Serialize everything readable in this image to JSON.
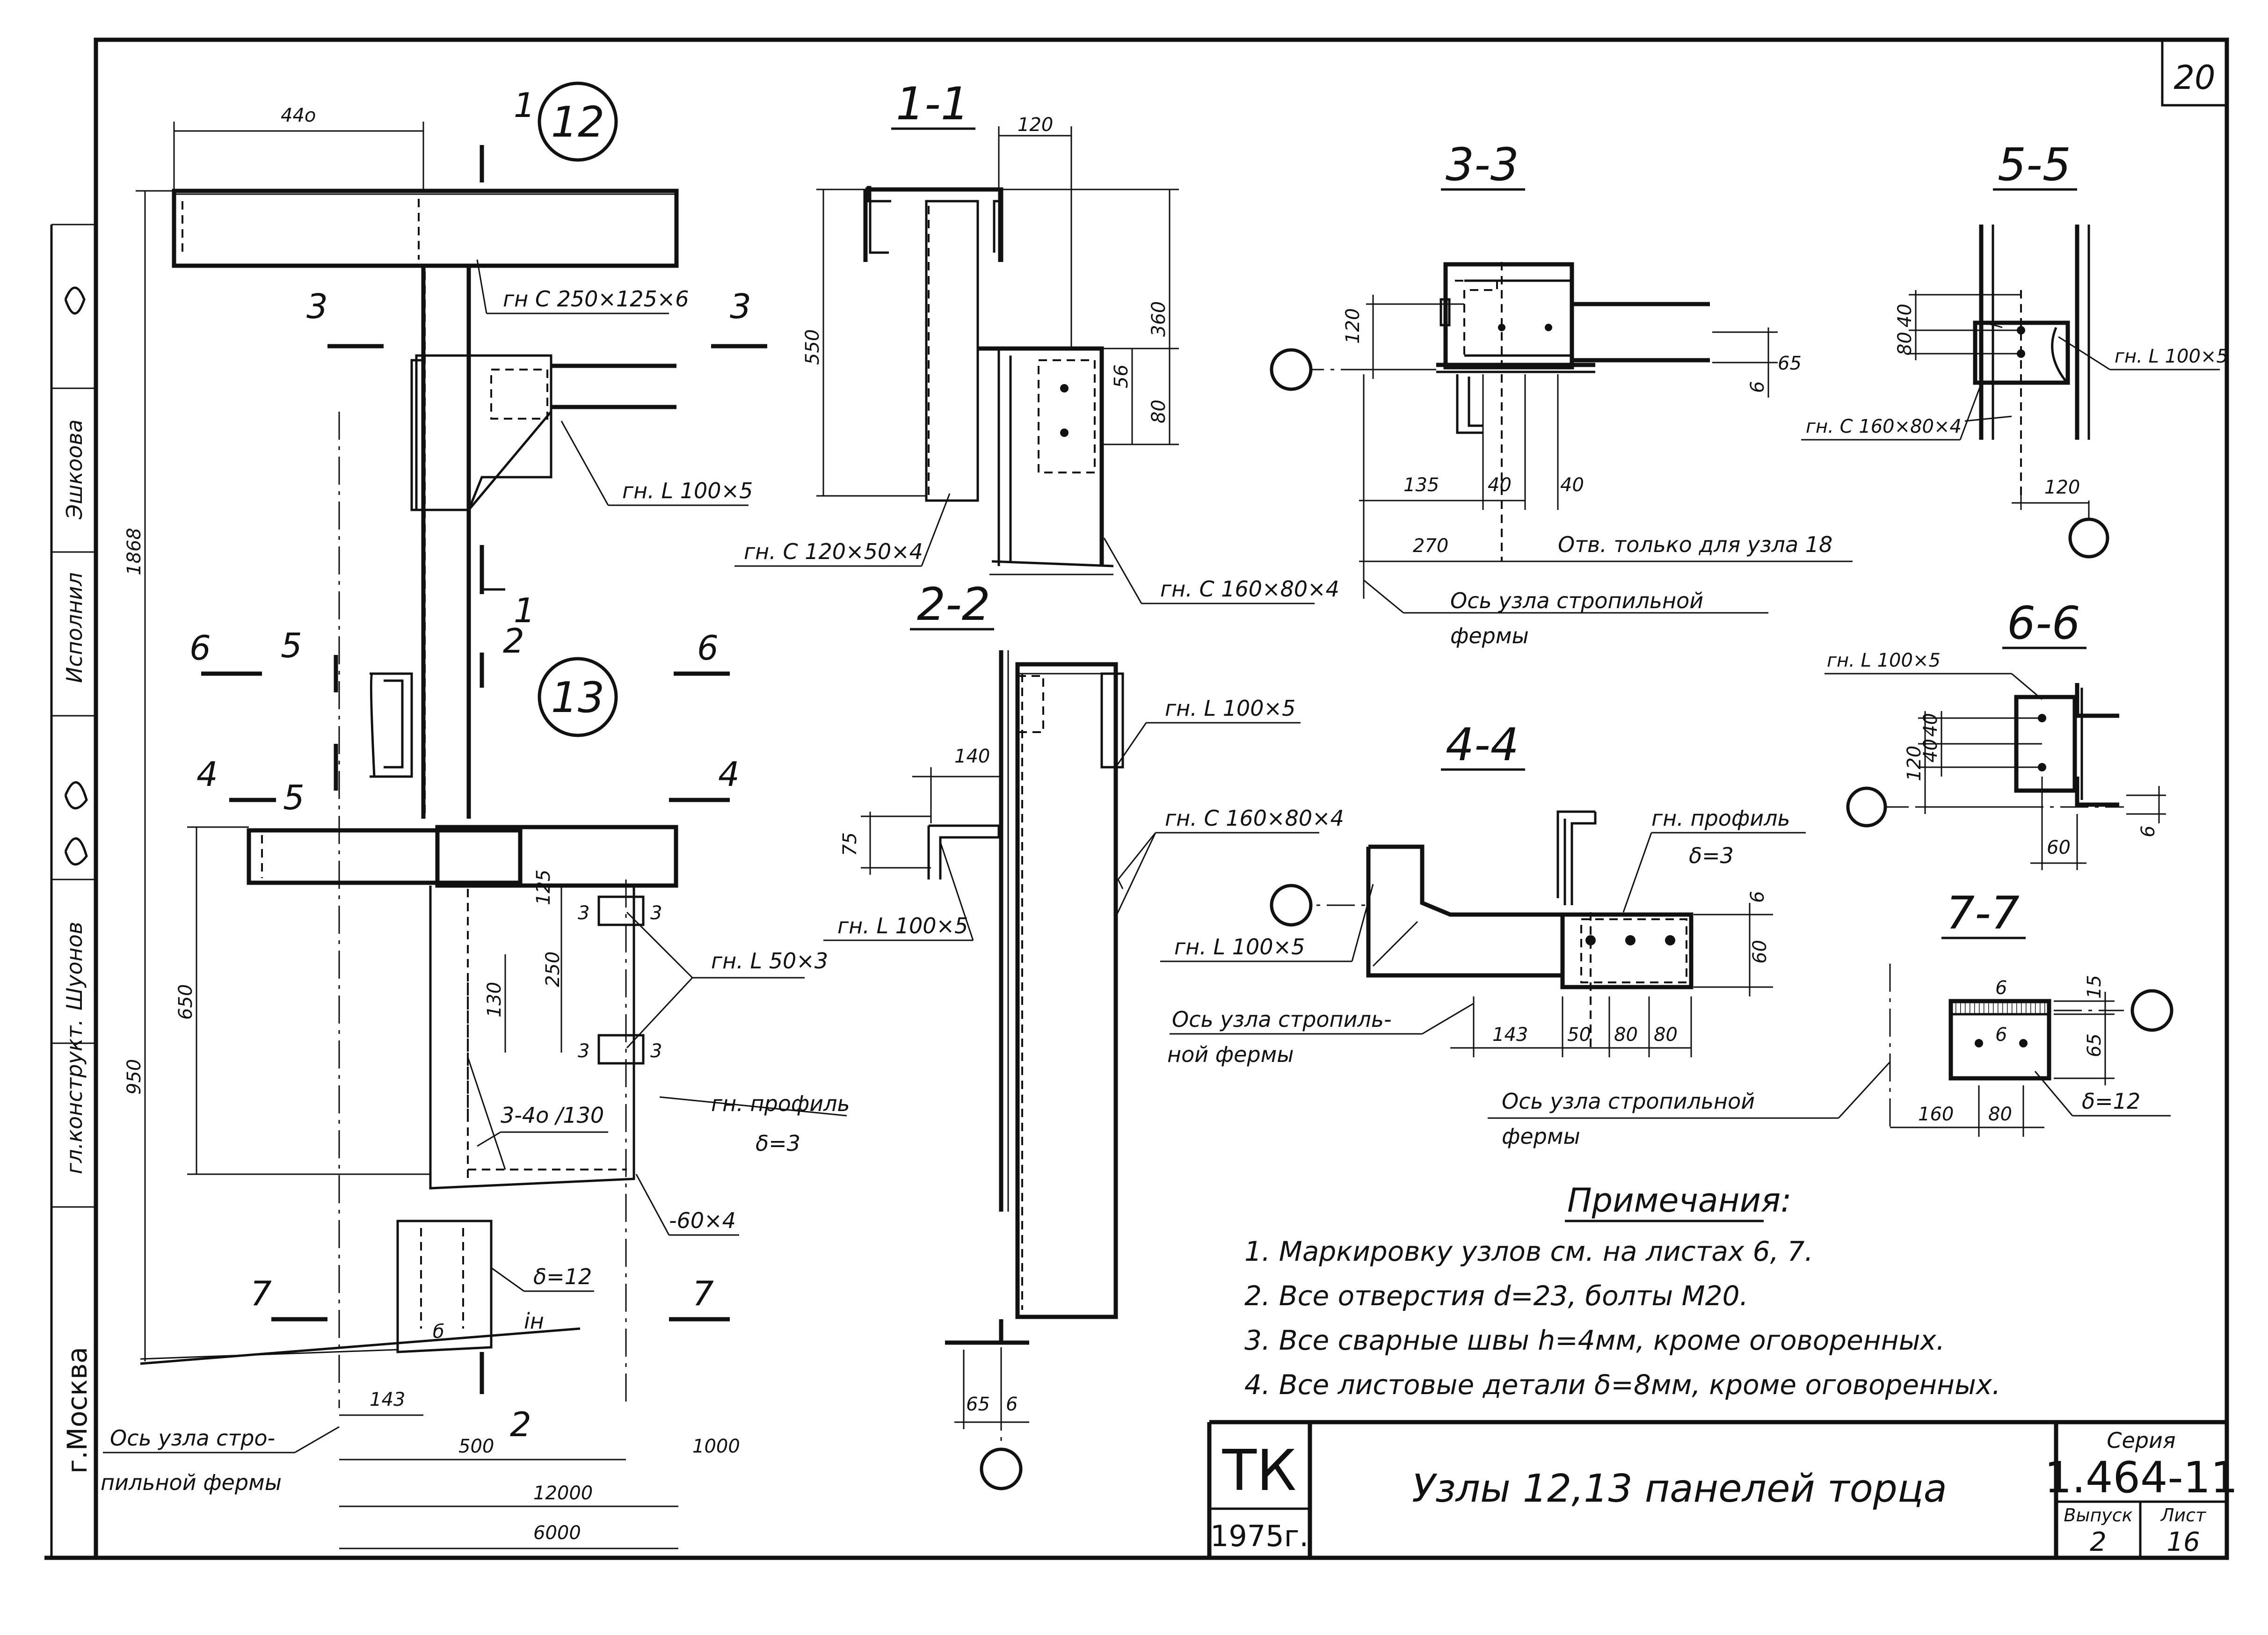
{
  "sheet_number_top": "20",
  "side_stamp": {
    "city": "г.Москва",
    "rows": [
      "гл.конструкт.",
      "Шуонов",
      "Исполнил",
      "Эшкоова"
    ]
  },
  "node_markers": {
    "n12": "12",
    "n13": "13"
  },
  "section_titles": {
    "s11": "1-1",
    "s22": "2-2",
    "s33": "3-3",
    "s44": "4-4",
    "s55": "5-5",
    "s66": "6-6",
    "s77": "7-7"
  },
  "cut_labels": {
    "c1": "1",
    "c2": "2",
    "c3": "3",
    "c4": "4",
    "c5": "5",
    "c6": "6",
    "c7": "7"
  },
  "main_view": {
    "dims": {
      "d440": "44о",
      "d1868": "1868",
      "d650": "650",
      "d950": "950",
      "d143": "143",
      "d500": "500",
      "d1000": "1000",
      "d12000": "12000",
      "d6000": "6000",
      "d125": "125",
      "d250": "250",
      "d130": "130",
      "m3a": "3",
      "m3b": "3",
      "m3c": "3",
      "m3d": "3"
    },
    "labels": {
      "channel_top": "гн С 250×125×6",
      "angle": "гн. L 100×5",
      "angle50": "гн. L 50×3",
      "holes": "3-4о /130",
      "profile": "гн. профиль",
      "profile_delta": "δ=3",
      "strip": "-60×4",
      "plate_delta": "δ=12",
      "slope": "iн",
      "plate_mark": "б",
      "axis1": "Ось узла стро-",
      "axis2": "пильной фермы"
    }
  },
  "section11": {
    "dims": {
      "d120": "120",
      "d550": "550",
      "d360": "360",
      "d56": "56",
      "d80": "80"
    },
    "labels": {
      "channel": "гн. С 120×50×4",
      "channel160": "гн. С 160×80×4"
    }
  },
  "section22": {
    "dims": {
      "d140": "140",
      "d75": "75",
      "d65": "65",
      "d6": "6"
    },
    "labels": {
      "angle_a": "гн. L 100×5",
      "channel160": "гн. С 160×80×4",
      "angle_b": "гн. L 100×5"
    }
  },
  "section33": {
    "dims": {
      "d120": "120",
      "d65": "65",
      "d6": "6",
      "d135": "135",
      "d40a": "40",
      "d40b": "40",
      "d270": "270"
    },
    "labels": {
      "holes_note": "Отв. только для узла 18",
      "axis1": "Ось узла стропильной",
      "axis2": "фермы"
    }
  },
  "section44": {
    "dims": {
      "d6": "6",
      "d60": "60",
      "d143": "143",
      "d50": "50",
      "d80a": "80",
      "d80b": "80"
    },
    "labels": {
      "profile": "гн. профиль",
      "profile_delta": "δ=3",
      "angle": "гн. L 100×5",
      "axis1": "Ось узла стропиль-",
      "axis2": "ной фермы",
      "axis3": "Ось узла стропильной",
      "axis4": "фермы"
    }
  },
  "section55": {
    "dims": {
      "d40": "40",
      "d80": "80",
      "d120": "120"
    },
    "labels": {
      "angle": "гн. L 100×5",
      "channel": "гн. С 160×80×4"
    }
  },
  "section66": {
    "dims": {
      "d40a": "40",
      "d40b": "40",
      "d120": "120",
      "d60": "60",
      "d6": "6"
    },
    "labels": {
      "angle": "гн. L 100×5"
    }
  },
  "section77": {
    "dims": {
      "d6a": "6",
      "d6b": "6",
      "d15": "15",
      "d65": "65",
      "d160": "160",
      "d80": "80"
    },
    "labels": {
      "delta": "δ=12"
    }
  },
  "notes": {
    "title": "Примечания:",
    "items": [
      "1.  Маркировку узлов см. на листах 6, 7.",
      "2.  Все отверстия d=23, болты М20.",
      "3.  Все сварные швы h=4мм, кроме оговоренных.",
      "4.  Все листовые детали δ=8мм, кроме оговоренных."
    ]
  },
  "title_block": {
    "org": "ТК",
    "year": "1975г.",
    "title": "Узлы 12,13 панелей торца",
    "series_label": "Серия",
    "series": "1.464-11",
    "issue_label": "Выпуск",
    "issue": "2",
    "sheet_label": "Лист",
    "sheet": "16"
  }
}
